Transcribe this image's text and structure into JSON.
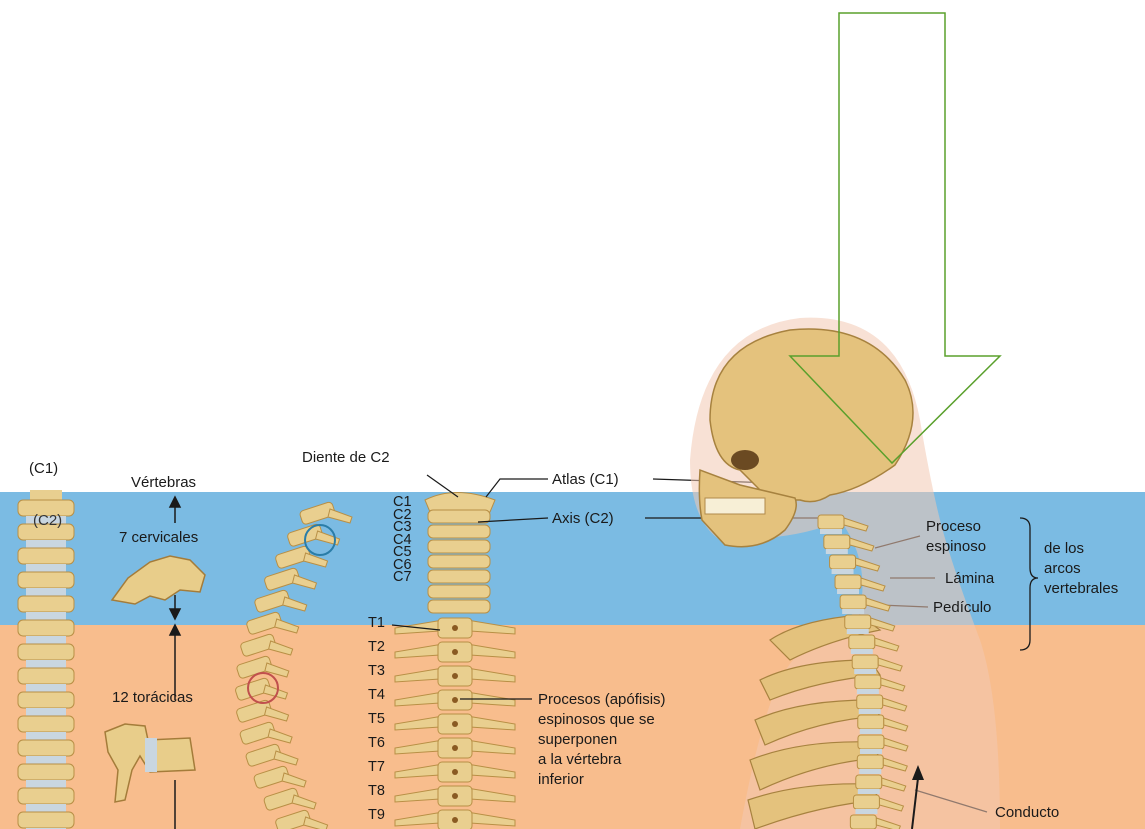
{
  "labels": {
    "c1_top": "(C1)",
    "c2": "(C2)",
    "vertebras": "Vértebras",
    "cervicales": "7 cervicales",
    "toracicas": "12 torácicas",
    "diente": "Diente de C2",
    "atlas": "Atlas (C1)",
    "axis": "Axis (C2)",
    "proceso1": "Proceso",
    "proceso2": "espinoso",
    "lamina": "Lámina",
    "pediculo": "Pedículo",
    "arcos1": "de los",
    "arcos2": "arcos",
    "arcos3": "vertebrales",
    "procesos1": "Procesos (apófisis)",
    "procesos2": "espinosos que se",
    "procesos3": "superponen",
    "procesos4": "a la vértebra",
    "procesos5": "inferior",
    "conducto": "Conducto"
  },
  "cervical_levels": [
    "C1",
    "C2",
    "C3",
    "C4",
    "C5",
    "C6",
    "C7"
  ],
  "thoracic_levels": [
    "T1",
    "T2",
    "T3",
    "T4",
    "T5",
    "T6",
    "T7",
    "T8",
    "T9"
  ],
  "colors": {
    "cervical_band": "#7bbbe3",
    "thoracic_band": "#f8bd8d",
    "bone": "#e9cf8f",
    "bone_dark": "#b88f45",
    "disc": "#c9d6e0",
    "arrow_stroke": "#5aa02c",
    "skin": "#f3c9b2"
  }
}
